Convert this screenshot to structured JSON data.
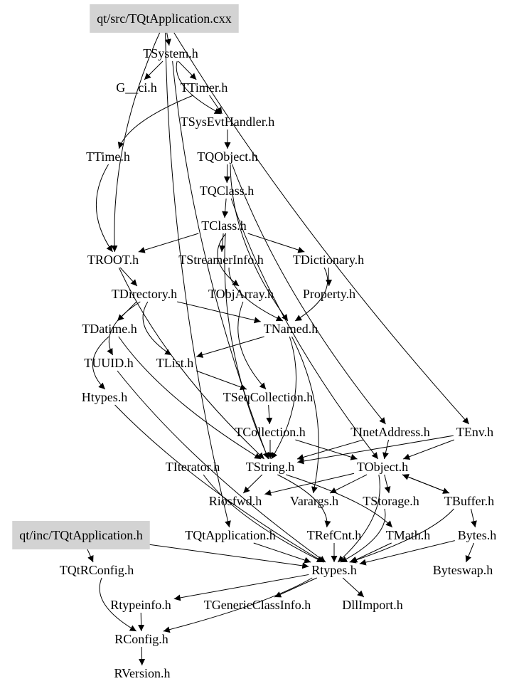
{
  "title": "Include dependency graph for qt/src/TQtApplication.cxx",
  "colors": {
    "highlight": "#d3d3d3",
    "text": "#000000",
    "background": "#ffffff"
  },
  "nodes": [
    {
      "id": "src",
      "label": "qt/src/TQtApplication.cxx",
      "highlight": true
    },
    {
      "id": "TSystem",
      "label": "TSystem.h"
    },
    {
      "id": "Gci",
      "label": "G__ci.h"
    },
    {
      "id": "TTimer",
      "label": "TTimer.h"
    },
    {
      "id": "TSysEvtHandler",
      "label": "TSysEvtHandler.h"
    },
    {
      "id": "TTime",
      "label": "TTime.h"
    },
    {
      "id": "TQObject",
      "label": "TQObject.h"
    },
    {
      "id": "TQClass",
      "label": "TQClass.h"
    },
    {
      "id": "TClass",
      "label": "TClass.h"
    },
    {
      "id": "TROOT",
      "label": "TROOT.h"
    },
    {
      "id": "TStreamerInfo",
      "label": "TStreamerInfo.h"
    },
    {
      "id": "TDictionary",
      "label": "TDictionary.h"
    },
    {
      "id": "TDirectory",
      "label": "TDirectory.h"
    },
    {
      "id": "TObjArray",
      "label": "TObjArray.h"
    },
    {
      "id": "Property",
      "label": "Property.h"
    },
    {
      "id": "TDatime",
      "label": "TDatime.h"
    },
    {
      "id": "TNamed",
      "label": "TNamed.h"
    },
    {
      "id": "TUUID",
      "label": "TUUID.h"
    },
    {
      "id": "TList",
      "label": "TList.h"
    },
    {
      "id": "Htypes",
      "label": "Htypes.h"
    },
    {
      "id": "TSeqCollection",
      "label": "TSeqCollection.h"
    },
    {
      "id": "TCollection",
      "label": "TCollection.h"
    },
    {
      "id": "TInetAddress",
      "label": "TInetAddress.h"
    },
    {
      "id": "TEnv",
      "label": "TEnv.h"
    },
    {
      "id": "TIterator",
      "label": "TIterator.h"
    },
    {
      "id": "TString",
      "label": "TString.h"
    },
    {
      "id": "TObject",
      "label": "TObject.h"
    },
    {
      "id": "Riosfwd",
      "label": "Riosfwd.h"
    },
    {
      "id": "Varargs",
      "label": "Varargs.h"
    },
    {
      "id": "TStorage",
      "label": "TStorage.h"
    },
    {
      "id": "TBuffer",
      "label": "TBuffer.h"
    },
    {
      "id": "inc",
      "label": "qt/inc/TQtApplication.h",
      "highlight": true
    },
    {
      "id": "TQtApplication",
      "label": "TQtApplication.h"
    },
    {
      "id": "TRefCnt",
      "label": "TRefCnt.h"
    },
    {
      "id": "TMath",
      "label": "TMath.h"
    },
    {
      "id": "Bytes",
      "label": "Bytes.h"
    },
    {
      "id": "TQtRConfig",
      "label": "TQtRConfig.h"
    },
    {
      "id": "Rtypes",
      "label": "Rtypes.h"
    },
    {
      "id": "Byteswap",
      "label": "Byteswap.h"
    },
    {
      "id": "Rtypeinfo",
      "label": "Rtypeinfo.h"
    },
    {
      "id": "TGenericClassInfo",
      "label": "TGenericClassInfo.h"
    },
    {
      "id": "DllImport",
      "label": "DllImport.h"
    },
    {
      "id": "RConfig",
      "label": "RConfig.h"
    },
    {
      "id": "RVersion",
      "label": "RVersion.h"
    }
  ],
  "edges": [
    [
      "src",
      "TSystem"
    ],
    [
      "src",
      "TROOT"
    ],
    [
      "src",
      "TEnv"
    ],
    [
      "src",
      "TQtApplication"
    ],
    [
      "TSystem",
      "Gci"
    ],
    [
      "TSystem",
      "TTimer"
    ],
    [
      "TSystem",
      "TSysEvtHandler"
    ],
    [
      "TSystem",
      "TString"
    ],
    [
      "TTimer",
      "TTime"
    ],
    [
      "TTimer",
      "TSysEvtHandler"
    ],
    [
      "TSysEvtHandler",
      "TQObject"
    ],
    [
      "TTime",
      "TROOT"
    ],
    [
      "TQObject",
      "TQClass"
    ],
    [
      "TQObject",
      "TInetAddress"
    ],
    [
      "TQObject",
      "TNamed"
    ],
    [
      "TQClass",
      "TClass"
    ],
    [
      "TQClass",
      "TObject"
    ],
    [
      "TClass",
      "TROOT"
    ],
    [
      "TClass",
      "TStreamerInfo"
    ],
    [
      "TClass",
      "TDictionary"
    ],
    [
      "TClass",
      "TObjArray"
    ],
    [
      "TClass",
      "TString"
    ],
    [
      "TROOT",
      "TDirectory"
    ],
    [
      "TROOT",
      "TString"
    ],
    [
      "TStreamerInfo",
      "TNamed"
    ],
    [
      "TDictionary",
      "Property"
    ],
    [
      "TDictionary",
      "TNamed"
    ],
    [
      "TDirectory",
      "TDatime"
    ],
    [
      "TDirectory",
      "TList"
    ],
    [
      "TDirectory",
      "TUUID"
    ],
    [
      "TDirectory",
      "TNamed"
    ],
    [
      "TObjArray",
      "TSeqCollection"
    ],
    [
      "TDatime",
      "Htypes"
    ],
    [
      "TDatime",
      "TString"
    ],
    [
      "TNamed",
      "TList"
    ],
    [
      "TNamed",
      "TString"
    ],
    [
      "TNamed",
      "Varargs"
    ],
    [
      "TList",
      "TSeqCollection"
    ],
    [
      "TUUID",
      "Rtypes"
    ],
    [
      "Htypes",
      "Rtypes"
    ],
    [
      "TSeqCollection",
      "TCollection"
    ],
    [
      "TCollection",
      "TString"
    ],
    [
      "TCollection",
      "TObject"
    ],
    [
      "TInetAddress",
      "TObject"
    ],
    [
      "TInetAddress",
      "TString"
    ],
    [
      "TEnv",
      "TObject"
    ],
    [
      "TEnv",
      "TString"
    ],
    [
      "TIterator",
      "Rtypes"
    ],
    [
      "TString",
      "Riosfwd"
    ],
    [
      "TString",
      "TRefCnt"
    ],
    [
      "TString",
      "TMath"
    ],
    [
      "TObject",
      "Riosfwd"
    ],
    [
      "TObject",
      "Varargs"
    ],
    [
      "TObject",
      "TStorage"
    ],
    [
      "TObject",
      "TBuffer"
    ],
    [
      "TObject",
      "Rtypes"
    ],
    [
      "TStorage",
      "Rtypes"
    ],
    [
      "TBuffer",
      "Bytes"
    ],
    [
      "TBuffer",
      "TObject"
    ],
    [
      "TBuffer",
      "Rtypes"
    ],
    [
      "inc",
      "TQtRConfig"
    ],
    [
      "inc",
      "Rtypes"
    ],
    [
      "TQtApplication",
      "Rtypes"
    ],
    [
      "TRefCnt",
      "Rtypes"
    ],
    [
      "TMath",
      "Rtypes"
    ],
    [
      "Bytes",
      "Byteswap"
    ],
    [
      "Bytes",
      "Rtypes"
    ],
    [
      "TQtRConfig",
      "RConfig"
    ],
    [
      "Rtypes",
      "Rtypeinfo"
    ],
    [
      "Rtypes",
      "TGenericClassInfo"
    ],
    [
      "Rtypes",
      "DllImport"
    ],
    [
      "Rtypes",
      "RConfig"
    ],
    [
      "Rtypeinfo",
      "RConfig"
    ],
    [
      "RConfig",
      "RVersion"
    ]
  ]
}
